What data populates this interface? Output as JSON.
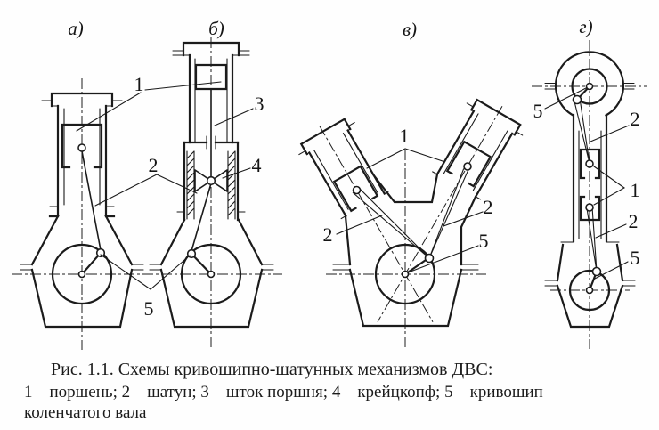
{
  "figure": {
    "panel_labels": {
      "a": "а)",
      "b": "б)",
      "v": "в)",
      "g": "г)"
    },
    "part_numbers": {
      "1": "1",
      "2": "2",
      "3": "3",
      "4": "4",
      "5": "5"
    }
  },
  "caption": {
    "title": "Рис. 1.1. Схемы кривошипно-шатунных механизмов ДВС:",
    "legend_line1": "1 – поршень; 2 – шатун; 3 – шток поршня; 4 – крейцкопф; 5 – кривошип",
    "legend_line2": "коленчатого вала"
  },
  "colors": {
    "ink": "#1b1b1b",
    "paper": "#fefefe"
  }
}
